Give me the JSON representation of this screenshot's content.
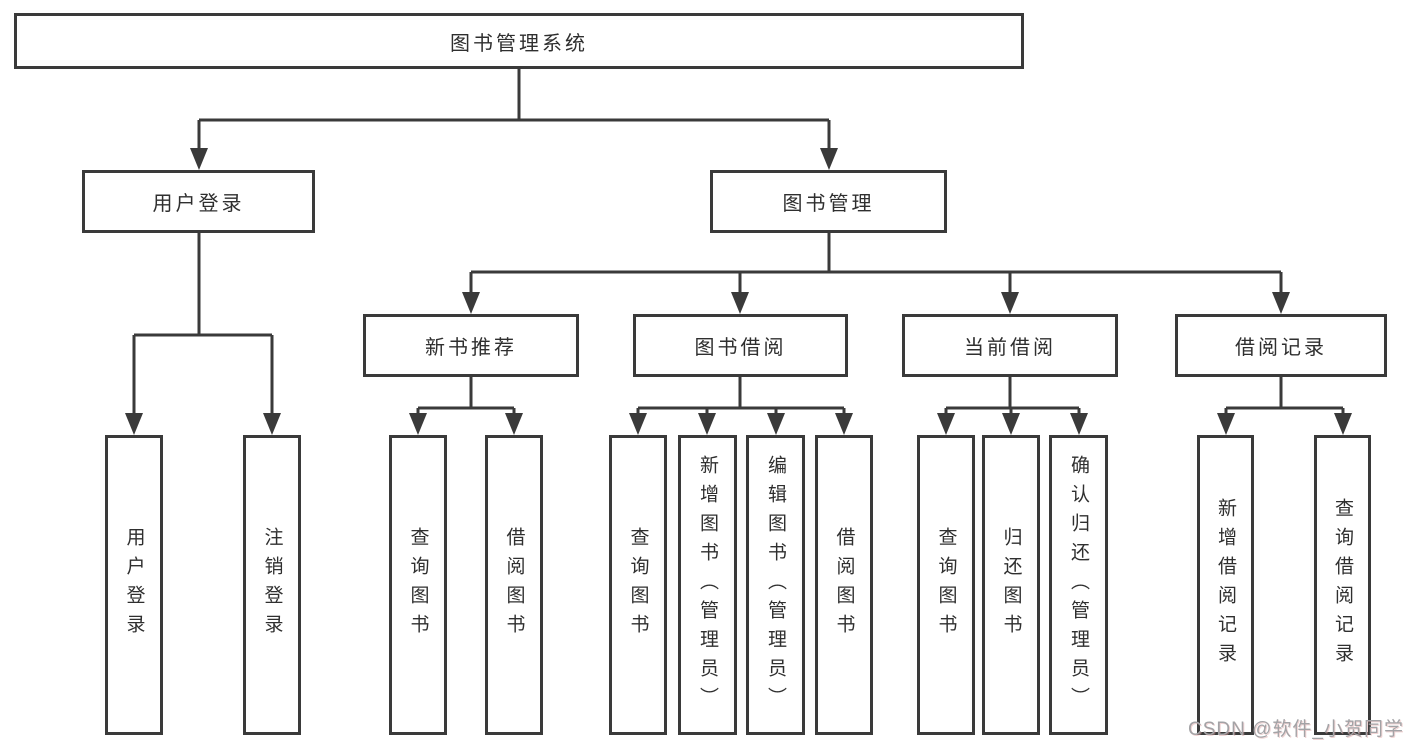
{
  "diagram": {
    "root": "图书管理系统",
    "branches": [
      {
        "label": "用户登录",
        "children": [
          {
            "label": "用户登录"
          },
          {
            "label": "注销登录"
          }
        ]
      },
      {
        "label": "图书管理",
        "children": [
          {
            "label": "新书推荐",
            "children": [
              {
                "label": "查询图书"
              },
              {
                "label": "借阅图书"
              }
            ]
          },
          {
            "label": "图书借阅",
            "children": [
              {
                "label": "查询图书"
              },
              {
                "label": "新增图书（管理员）"
              },
              {
                "label": "编辑图书（管理员）"
              },
              {
                "label": "借阅图书"
              }
            ]
          },
          {
            "label": "当前借阅",
            "children": [
              {
                "label": "查询图书"
              },
              {
                "label": "归还图书"
              },
              {
                "label": "确认归还（管理员）"
              }
            ]
          },
          {
            "label": "借阅记录",
            "children": [
              {
                "label": "新增借阅记录"
              },
              {
                "label": "查询借阅记录"
              }
            ]
          }
        ]
      }
    ],
    "line_color": "#3a3a3a"
  },
  "watermark": "CSDN @软件_小贺同学"
}
